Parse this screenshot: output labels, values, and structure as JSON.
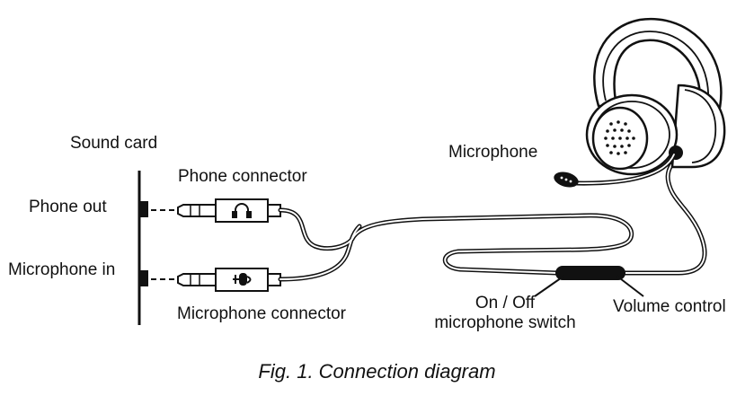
{
  "labels": {
    "sound_card": "Sound card",
    "phone_out": "Phone out",
    "microphone_in": "Microphone in",
    "phone_connector": "Phone connector",
    "microphone_connector": "Microphone connector",
    "microphone": "Microphone",
    "mic_switch_line1": "On / Off",
    "mic_switch_line2": "microphone switch",
    "volume_control": "Volume control"
  },
  "caption": "Fig. 1. Connection diagram"
}
